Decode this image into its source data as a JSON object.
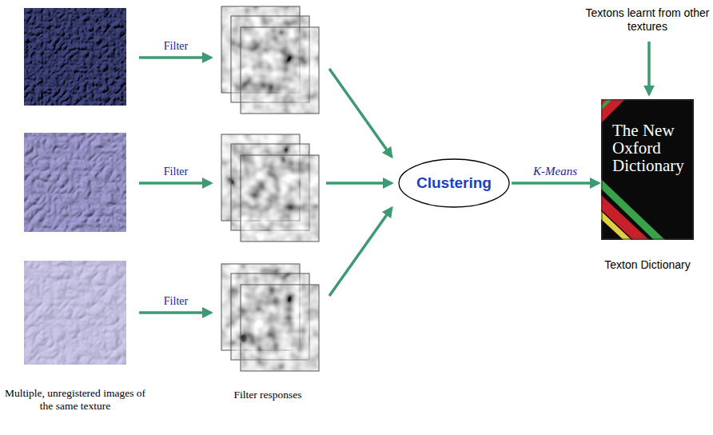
{
  "diagram": {
    "nodes": [
      {
        "text": [
          "Clustering"
        ]
      },
      {
        "text": [
          "The New Oxford Dictionary",
          "Texton Dictionary"
        ]
      }
    ],
    "edges": [
      {
        "from": 0,
        "to": 1,
        "label": "K-Means",
        "arrow": "to"
      }
    ],
    "labels": [
      "Textons learnt from other textures",
      "Filter",
      "Filter",
      "Filter",
      "Multiple, unregistered images of the same texture",
      "Filter responses"
    ]
  }
}
